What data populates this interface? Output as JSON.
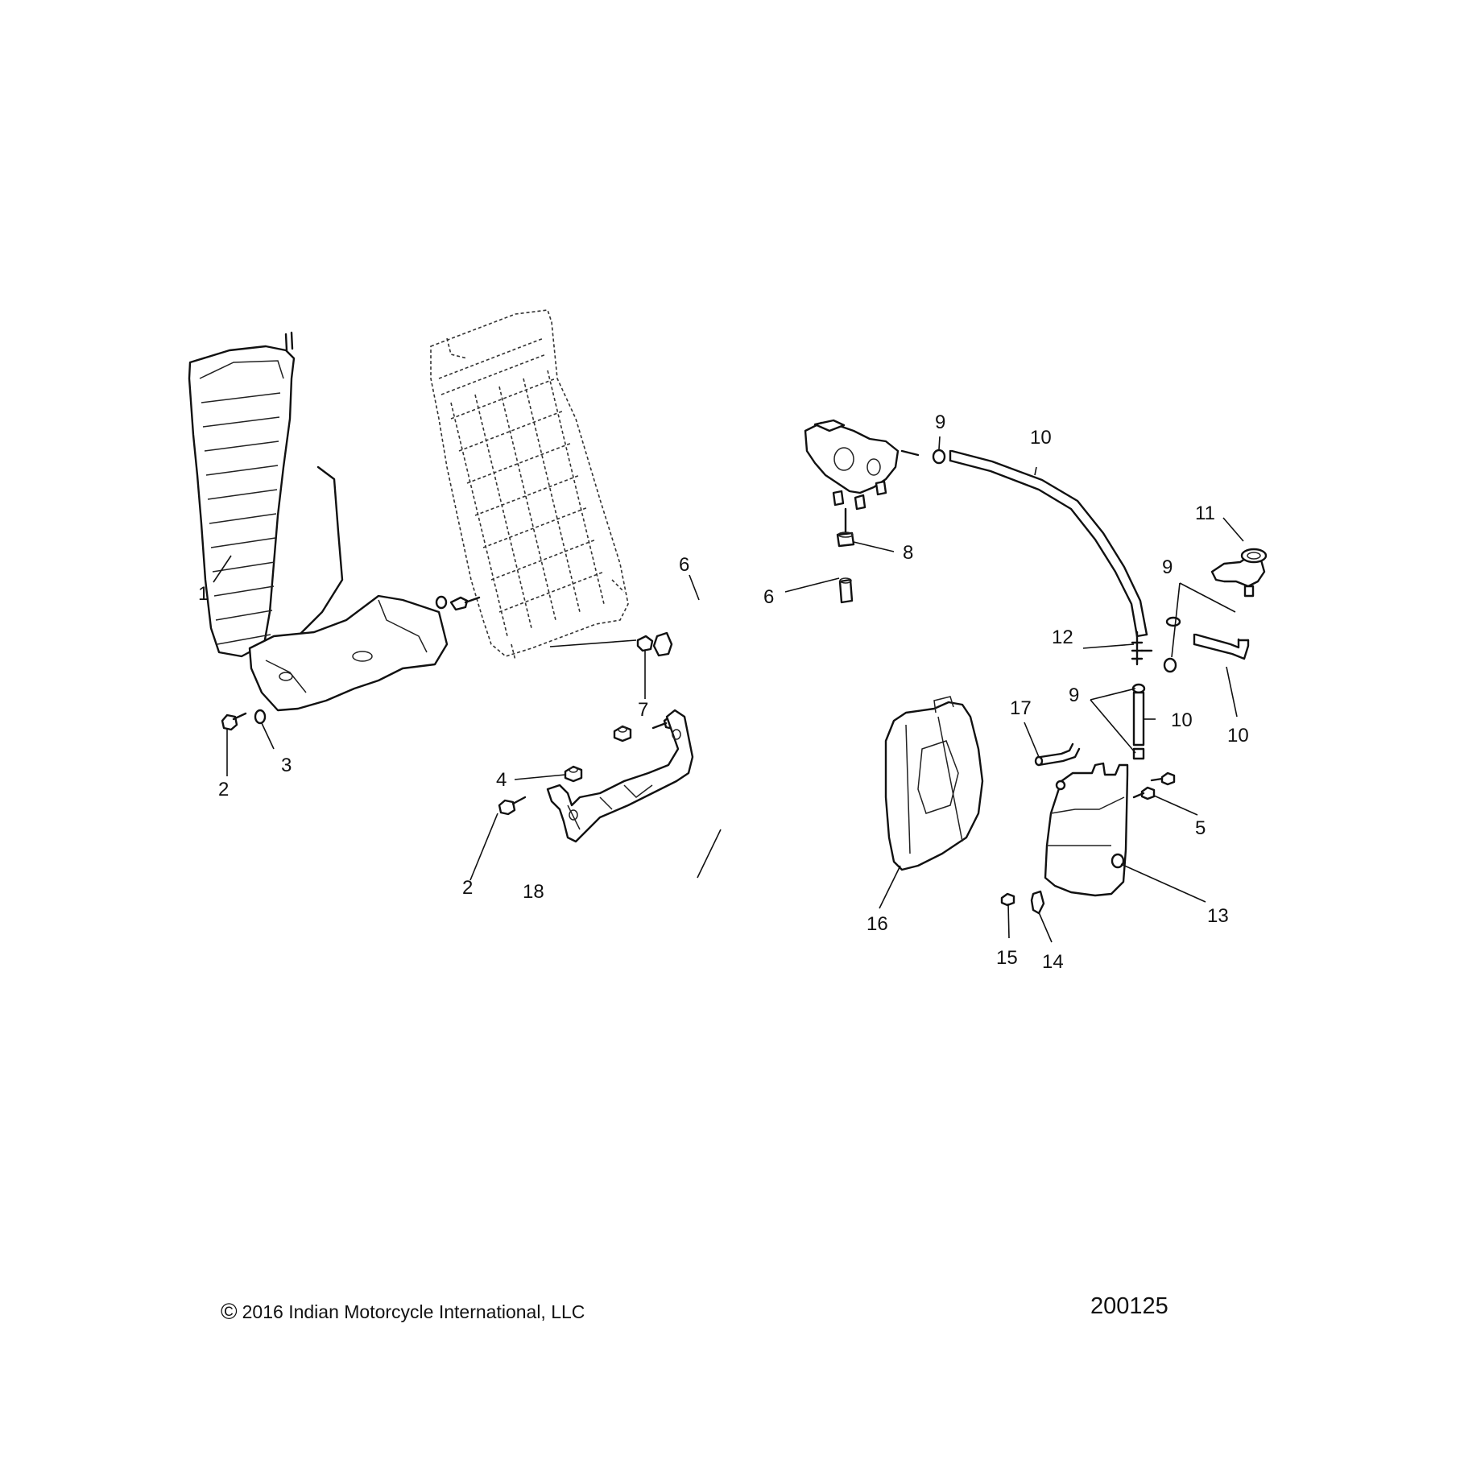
{
  "callouts": {
    "c1": "1",
    "c2a": "2",
    "c2b": "2",
    "c3": "3",
    "c4": "4",
    "c5": "5",
    "c6a": "6",
    "c6b": "6",
    "c7": "7",
    "c8": "8",
    "c9a": "9",
    "c9b": "9",
    "c9c": "9",
    "c10a": "10",
    "c10b": "10",
    "c10c": "10",
    "c11": "11",
    "c12": "12",
    "c13": "13",
    "c14": "14",
    "c15": "15",
    "c16": "16",
    "c17": "17",
    "c18": "18"
  },
  "footer": {
    "copyright_symbol": "©",
    "copyright": "2016 Indian Motorcycle International, LLC",
    "diagram_id": "200125"
  }
}
